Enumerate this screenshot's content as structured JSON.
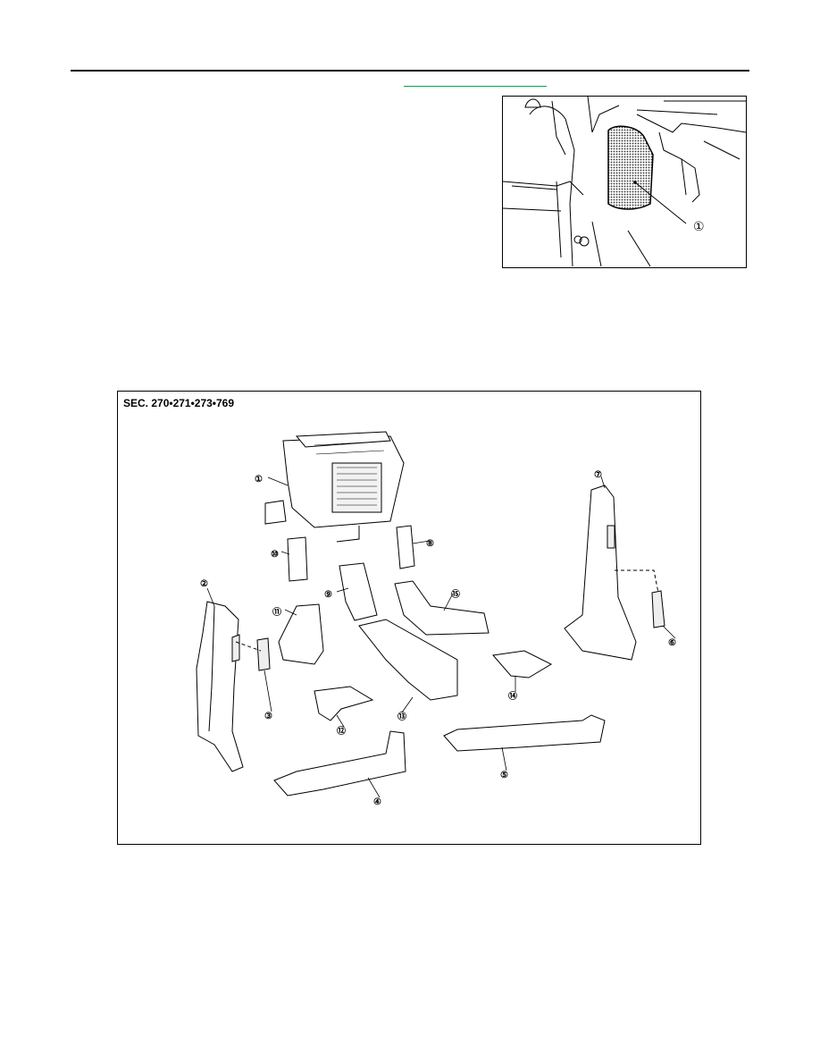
{
  "header": {
    "link_text": ""
  },
  "figure_top": {
    "callouts": [
      "①"
    ]
  },
  "figure_main": {
    "section_label": "SEC. 270•271•273•769",
    "callouts": [
      "①",
      "②",
      "③",
      "④",
      "⑤",
      "⑥",
      "⑦",
      "⑧",
      "⑨",
      "⑩",
      "⑪",
      "⑫",
      "⑬",
      "⑭",
      "⑮"
    ]
  },
  "colors": {
    "rule": "#000000",
    "link": "#00a651"
  }
}
